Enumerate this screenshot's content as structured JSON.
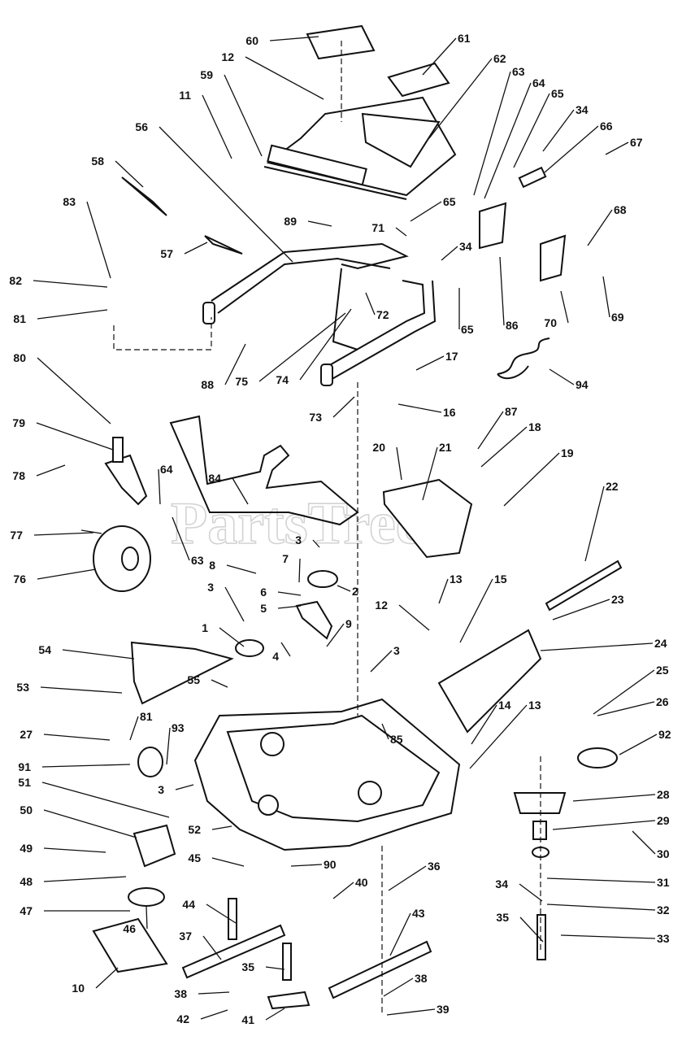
{
  "watermark": "PartsTree",
  "callouts": [
    "60",
    "61",
    "12",
    "59",
    "62",
    "63",
    "64",
    "65",
    "34",
    "66",
    "11",
    "56",
    "67",
    "58",
    "89",
    "65",
    "71",
    "68",
    "83",
    "57",
    "34",
    "82",
    "72",
    "86",
    "70",
    "69",
    "81",
    "65",
    "88",
    "75",
    "74",
    "80",
    "17",
    "94",
    "73",
    "16",
    "87",
    "79",
    "18",
    "20",
    "21",
    "19",
    "78",
    "64",
    "84",
    "22",
    "77",
    "63",
    "3",
    "76",
    "8",
    "7",
    "6",
    "2",
    "5",
    "3",
    "12",
    "13",
    "15",
    "23",
    "1",
    "4",
    "9",
    "54",
    "24",
    "55",
    "3",
    "25",
    "53",
    "26",
    "81",
    "27",
    "93",
    "92",
    "85",
    "14",
    "13",
    "91",
    "3",
    "28",
    "51",
    "29",
    "50",
    "52",
    "30",
    "45",
    "90",
    "49",
    "36",
    "31",
    "48",
    "40",
    "34",
    "32",
    "47",
    "46",
    "44",
    "43",
    "35",
    "33",
    "37",
    "35",
    "10",
    "38",
    "38",
    "42",
    "41",
    "39"
  ]
}
